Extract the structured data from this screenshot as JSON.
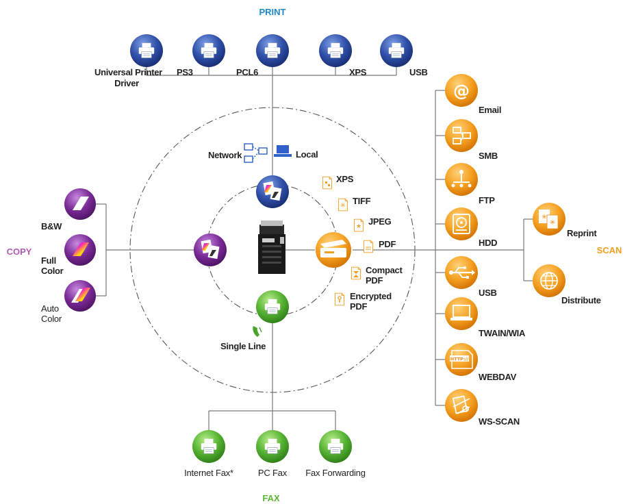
{
  "colors": {
    "print": "#1e88c8",
    "copy": "#b45ab4",
    "scan": "#f0a020",
    "fax": "#5cb830",
    "blue_icon": "#2f4fa8",
    "purple_icon": "#7a2a96",
    "orange_icon": "#f08a10",
    "green_icon": "#4aa52e"
  },
  "headings": {
    "print": "PRINT",
    "copy": "COPY",
    "scan": "SCAN",
    "fax": "FAX"
  },
  "print": {
    "items": [
      {
        "line1": "Universal Printer",
        "line2": "Driver",
        "icon": "printer-icon"
      },
      {
        "line1": "PS3",
        "icon": "printer-icon"
      },
      {
        "line1": "PCL6",
        "icon": "printer-icon"
      },
      {
        "line1": "XPS",
        "icon": "printer-icon"
      },
      {
        "line1": "USB",
        "icon": "printer-icon"
      }
    ]
  },
  "connection": {
    "network": "Network",
    "local": "Local"
  },
  "copy": {
    "items": [
      {
        "line1": "B&W",
        "icon": "bw-copy-icon"
      },
      {
        "line1": "Full",
        "line2": "Color",
        "icon": "full-color-copy-icon"
      },
      {
        "line1": "Auto",
        "line2": "Color",
        "icon": "auto-color-copy-icon"
      }
    ]
  },
  "formats": {
    "items": [
      {
        "line1": "XPS"
      },
      {
        "line1": "TIFF"
      },
      {
        "line1": "JPEG"
      },
      {
        "line1": "PDF"
      },
      {
        "line1": "Compact",
        "line2": "PDF"
      },
      {
        "line1": "Encrypted",
        "line2": "PDF"
      }
    ]
  },
  "scan": {
    "items": [
      {
        "line1": "Email",
        "icon": "at-sign-icon"
      },
      {
        "line1": "SMB",
        "icon": "network-icon"
      },
      {
        "line1": "FTP",
        "icon": "ftp-icon"
      },
      {
        "line1": "HDD",
        "icon": "hdd-icon"
      },
      {
        "line1": "USB",
        "icon": "usb-icon"
      },
      {
        "line1": "TWAIN/WIA",
        "icon": "computer-icon"
      },
      {
        "line1": "WEBDAV",
        "icon": "webdav-icon"
      },
      {
        "line1": "WS-SCAN",
        "icon": "ws-scan-icon"
      }
    ],
    "extra": [
      {
        "line1": "Reprint",
        "icon": "reprint-icon"
      },
      {
        "line1": "Distribute",
        "icon": "globe-icon"
      }
    ]
  },
  "fax": {
    "single_line": "Single Line",
    "items": [
      {
        "line1": "Internet Fax*",
        "icon": "fax-icon"
      },
      {
        "line1": "PC Fax",
        "icon": "fax-icon"
      },
      {
        "line1": "Fax Forwarding",
        "icon": "fax-icon"
      }
    ]
  }
}
